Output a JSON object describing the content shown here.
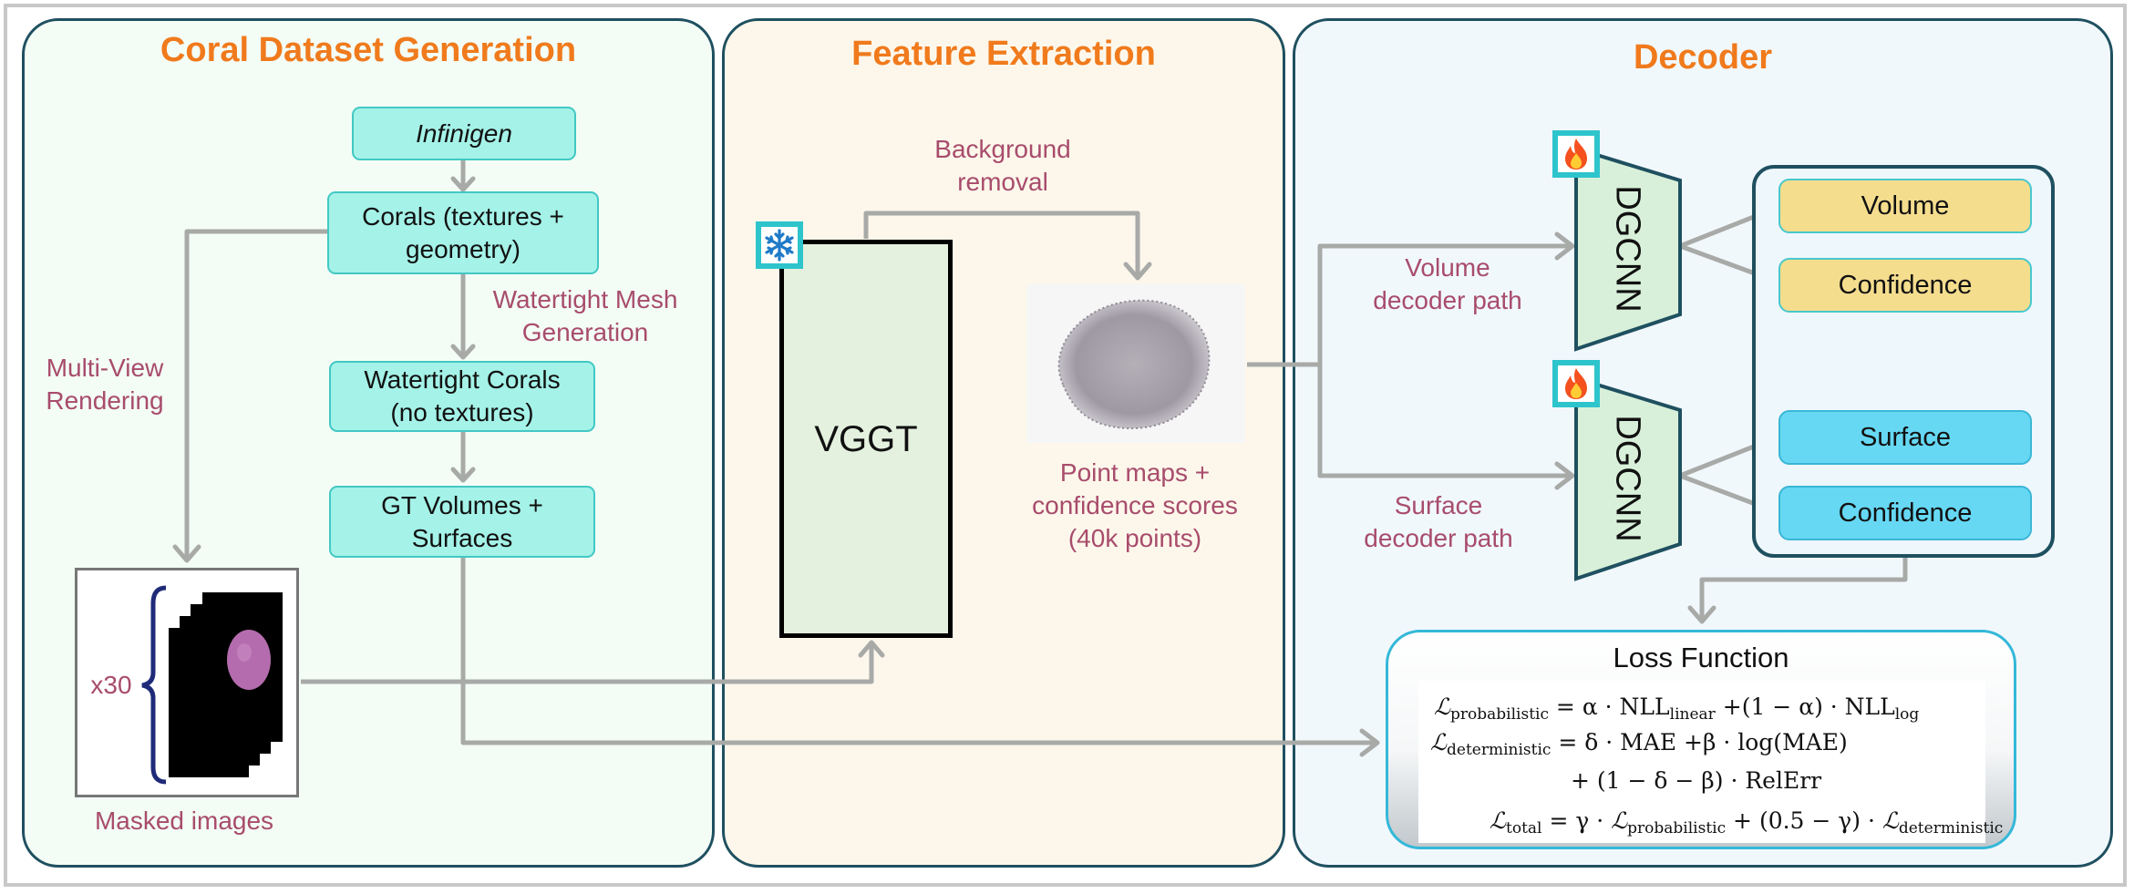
{
  "panels": {
    "dataset": {
      "title": "Coral Dataset Generation"
    },
    "feature": {
      "title": "Feature Extraction"
    },
    "decoder": {
      "title": "Decoder"
    }
  },
  "dataset": {
    "infinigen": "Infinigen",
    "corals_line1": "Corals (textures +",
    "corals_line2": "geometry)",
    "watertight_mesh_line1": "Watertight Mesh",
    "watertight_mesh_line2": "Generation",
    "watertight_corals_line1": "Watertight Corals",
    "watertight_corals_line2": "(no textures)",
    "gt_line1": "GT Volumes +",
    "gt_line2": "Surfaces",
    "multiview_line1": "Multi-View",
    "multiview_line2": "Rendering",
    "x30": "x30",
    "masked_images": "Masked images"
  },
  "feature": {
    "vggt": "VGGT",
    "bg_line1": "Background",
    "bg_line2": "removal",
    "pm_line1": "Point maps +",
    "pm_line2": "confidence scores",
    "pm_line3": "(40k points)",
    "frozen_icon": "snowflake-icon"
  },
  "decoder": {
    "volume_path_line1": "Volume",
    "volume_path_line2": "decoder path",
    "surface_path_line1": "Surface",
    "surface_path_line2": "decoder path",
    "dgcnn_top": "DGCNN",
    "dgcnn_bottom": "DGCNN",
    "trainable_icon": "flame-icon",
    "outputs": {
      "volume": "Volume",
      "volume_confidence": "Confidence",
      "surface": "Surface",
      "surface_confidence": "Confidence"
    }
  },
  "loss": {
    "title": "Loss Function",
    "L": "ℒ",
    "prob_sub": "probabilistic",
    "det_sub": "deterministic",
    "total_sub": "total",
    "linear_sub": "linear",
    "log_sub": "log",
    "eq1_a": " = α · NLL",
    "eq1_b": " +(1 − α) · NLL",
    "eq2_a": " = δ · MAE +β · log(MAE)",
    "eq3": "+ (1 − δ − β) · RelErr",
    "eq4_a": " = γ · ",
    "eq4_b": " + (0.5 − γ) · "
  },
  "colors": {
    "accent_title": "#f07a1c",
    "label": "#a84c6c",
    "teal_box": "#a4f2e8",
    "volume_out": "#f5dd8e",
    "surface_out": "#66d8f4",
    "arrows": "#a8aaa8"
  }
}
